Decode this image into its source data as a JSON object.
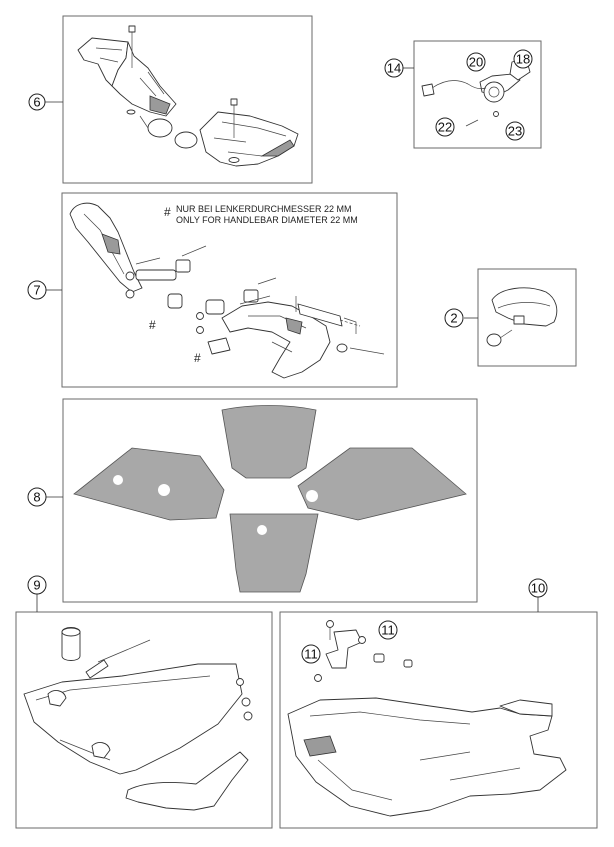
{
  "callouts": {
    "c6": "6",
    "c14": "14",
    "c20": "20",
    "c18": "18",
    "c22": "22",
    "c23": "23",
    "c7": "7",
    "c2": "2",
    "c8": "8",
    "c9": "9",
    "c10": "10",
    "c11a": "11",
    "c11b": "11"
  },
  "notes": {
    "hash_symbol": "#",
    "line_de": "NUR BEI LENKERDURCHMESSER 22 MM",
    "line_en": "ONLY FOR HANDLEBAR DIAMETER 22 MM"
  },
  "colors": {
    "decal": "#a8a8a8",
    "frame": "#6a6a6a",
    "line": "#333333"
  }
}
